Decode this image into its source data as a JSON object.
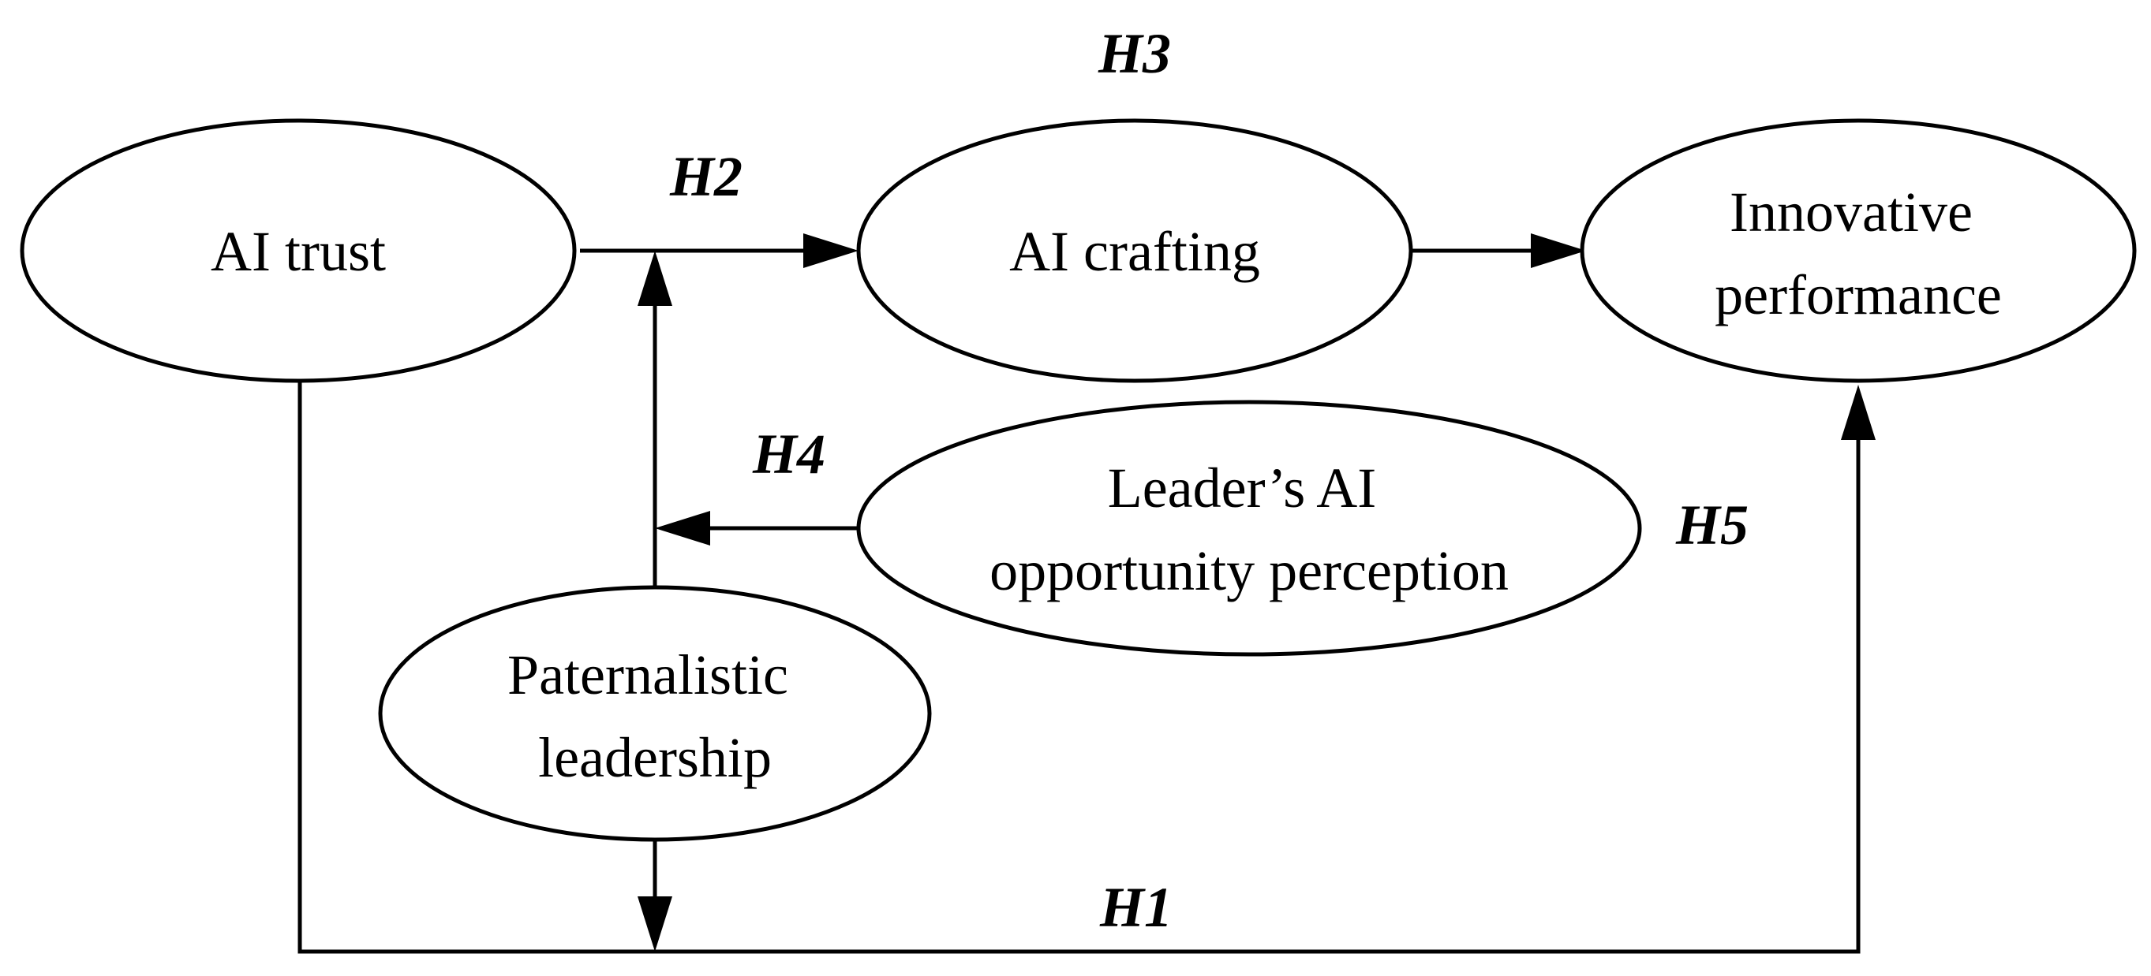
{
  "nodes": {
    "ai_trust": {
      "label": "AI trust"
    },
    "ai_crafting": {
      "label": "AI crafting"
    },
    "innovative_performance": {
      "lines": [
        "Innovative",
        "performance"
      ]
    },
    "leader_ai_opportunity_perception": {
      "lines": [
        "Leader’s AI",
        "opportunity perception"
      ]
    },
    "paternalistic_leadership": {
      "lines": [
        "Paternalistic",
        "leadership"
      ]
    }
  },
  "hypotheses": {
    "h1": "H1",
    "h2": "H2",
    "h3": "H3",
    "h4": "H4",
    "h5": "H5"
  },
  "colors": {
    "stroke": "#000000",
    "background": "#ffffff"
  }
}
